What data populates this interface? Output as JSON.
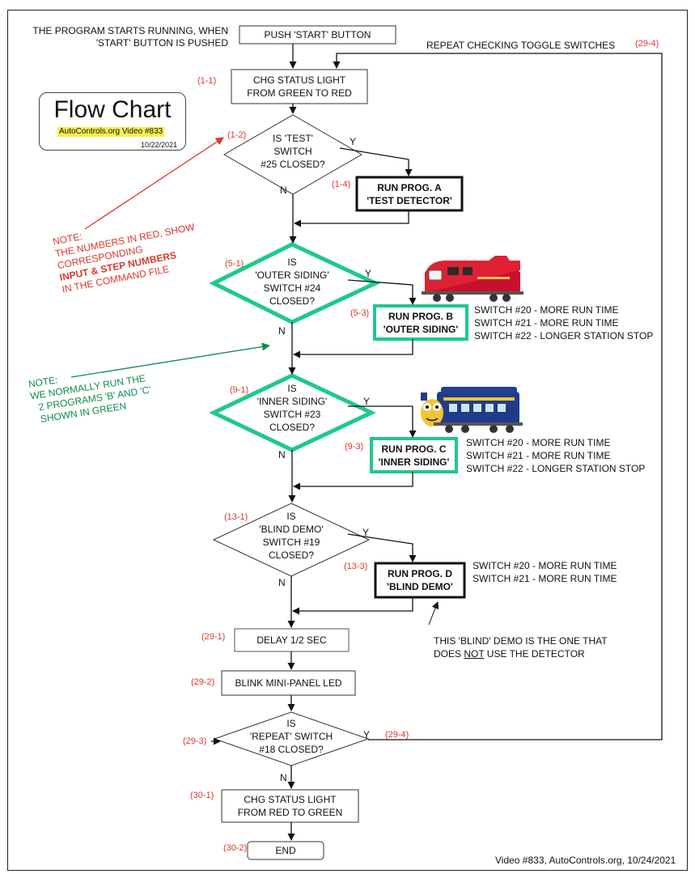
{
  "intro": {
    "line1": "THE PROGRAM STARTS RUNNING, WHEN",
    "line2": "'START' BUTTON IS PUSHED"
  },
  "repeat_label": "REPEAT CHECKING TOGGLE SWITCHES",
  "title_card": {
    "title": "Flow Chart",
    "subtitle": "AutoControls.org Video #833",
    "date": "10/22/2021"
  },
  "nodes": {
    "start": "PUSH 'START' BUTTON",
    "chg1": {
      "l1": "CHG STATUS LIGHT",
      "l2": "FROM GREEN TO RED"
    },
    "test": {
      "l1": "IS 'TEST'",
      "l2": "SWITCH",
      "l3": "#25 CLOSED?"
    },
    "progA": {
      "l1": "RUN PROG. A",
      "l2": "'TEST DETECTOR'"
    },
    "outer": {
      "l1": "IS",
      "l2": "'OUTER SIDING'",
      "l3": "SWITCH #24",
      "l4": "CLOSED?"
    },
    "progB": {
      "l1": "RUN PROG. B",
      "l2": "'OUTER SIDING'"
    },
    "inner": {
      "l1": "IS",
      "l2": "'INNER SIDING'",
      "l3": "SWITCH #23",
      "l4": "CLOSED?"
    },
    "progC": {
      "l1": "RUN PROG. C",
      "l2": "'INNER SIDING'"
    },
    "blind": {
      "l1": "IS",
      "l2": "'BLIND DEMO'",
      "l3": "SWITCH #19",
      "l4": "CLOSED?"
    },
    "progD": {
      "l1": "RUN PROG. D",
      "l2": "'BLIND DEMO'"
    },
    "delay": "DELAY 1/2 SEC",
    "blink": "BLINK MINI-PANEL LED",
    "repeat": {
      "l1": "IS",
      "l2": "'REPEAT' SWITCH",
      "l3": "#18 CLOSED?"
    },
    "chg2": {
      "l1": "CHG STATUS LIGHT",
      "l2": "FROM RED TO GREEN"
    },
    "end": "END"
  },
  "steps": {
    "s1_1": "(1-1)",
    "s1_2": "(1-2)",
    "s1_4": "(1-4)",
    "s5_1": "(5-1)",
    "s5_3": "(5-3)",
    "s9_1": "(9-1)",
    "s9_3": "(9-3)",
    "s13_1": "(13-1)",
    "s13_3": "(13-3)",
    "s29_1": "(29-1)",
    "s29_2": "(29-2)",
    "s29_3": "(29-3)",
    "s29_4a": "(29-4)",
    "s29_4b": "(29-4)",
    "s30_1": "(30-1)",
    "s30_2": "(30-2)"
  },
  "branch": {
    "yes": "Y",
    "no": "N"
  },
  "switches_b": [
    "SWITCH #20 - MORE RUN TIME",
    "SWITCH #21 - MORE RUN TIME",
    "SWITCH #22 - LONGER STATION STOP"
  ],
  "switches_c": [
    "SWITCH #20 - MORE RUN TIME",
    "SWITCH #21 - MORE RUN TIME",
    "SWITCH #22 - LONGER STATION STOP"
  ],
  "switches_d": [
    "SWITCH #20 - MORE RUN TIME",
    "SWITCH #21 - MORE RUN TIME"
  ],
  "note_red": {
    "l1": "NOTE:",
    "l2": "THE NUMBERS IN RED, SHOW",
    "l3": "CORRESPONDING",
    "l4": "INPUT & STEP NUMBERS",
    "l5": "IN THE COMMAND FILE"
  },
  "note_green": {
    "l1": "NOTE:",
    "l2": "WE NORMALLY RUN THE",
    "l3": "2 PROGRAMS 'B' AND 'C'",
    "l4": "SHOWN IN GREEN"
  },
  "blind_note": {
    "l1": "THIS 'BLIND' DEMO IS THE ONE THAT",
    "l2a": "DOES ",
    "l2b": "NOT",
    "l2c": " USE THE DETECTOR"
  },
  "footer": "Video #833, AutoControls.org, 10/24/2021",
  "colors": {
    "red": "#d8392b",
    "green": "#1ec98a",
    "note_green": "#0f8a4f",
    "highlight": "#f6f04a"
  },
  "images": {
    "train_red": "red locomotive picture",
    "train_blue": "blue cartoon locomotive picture"
  }
}
